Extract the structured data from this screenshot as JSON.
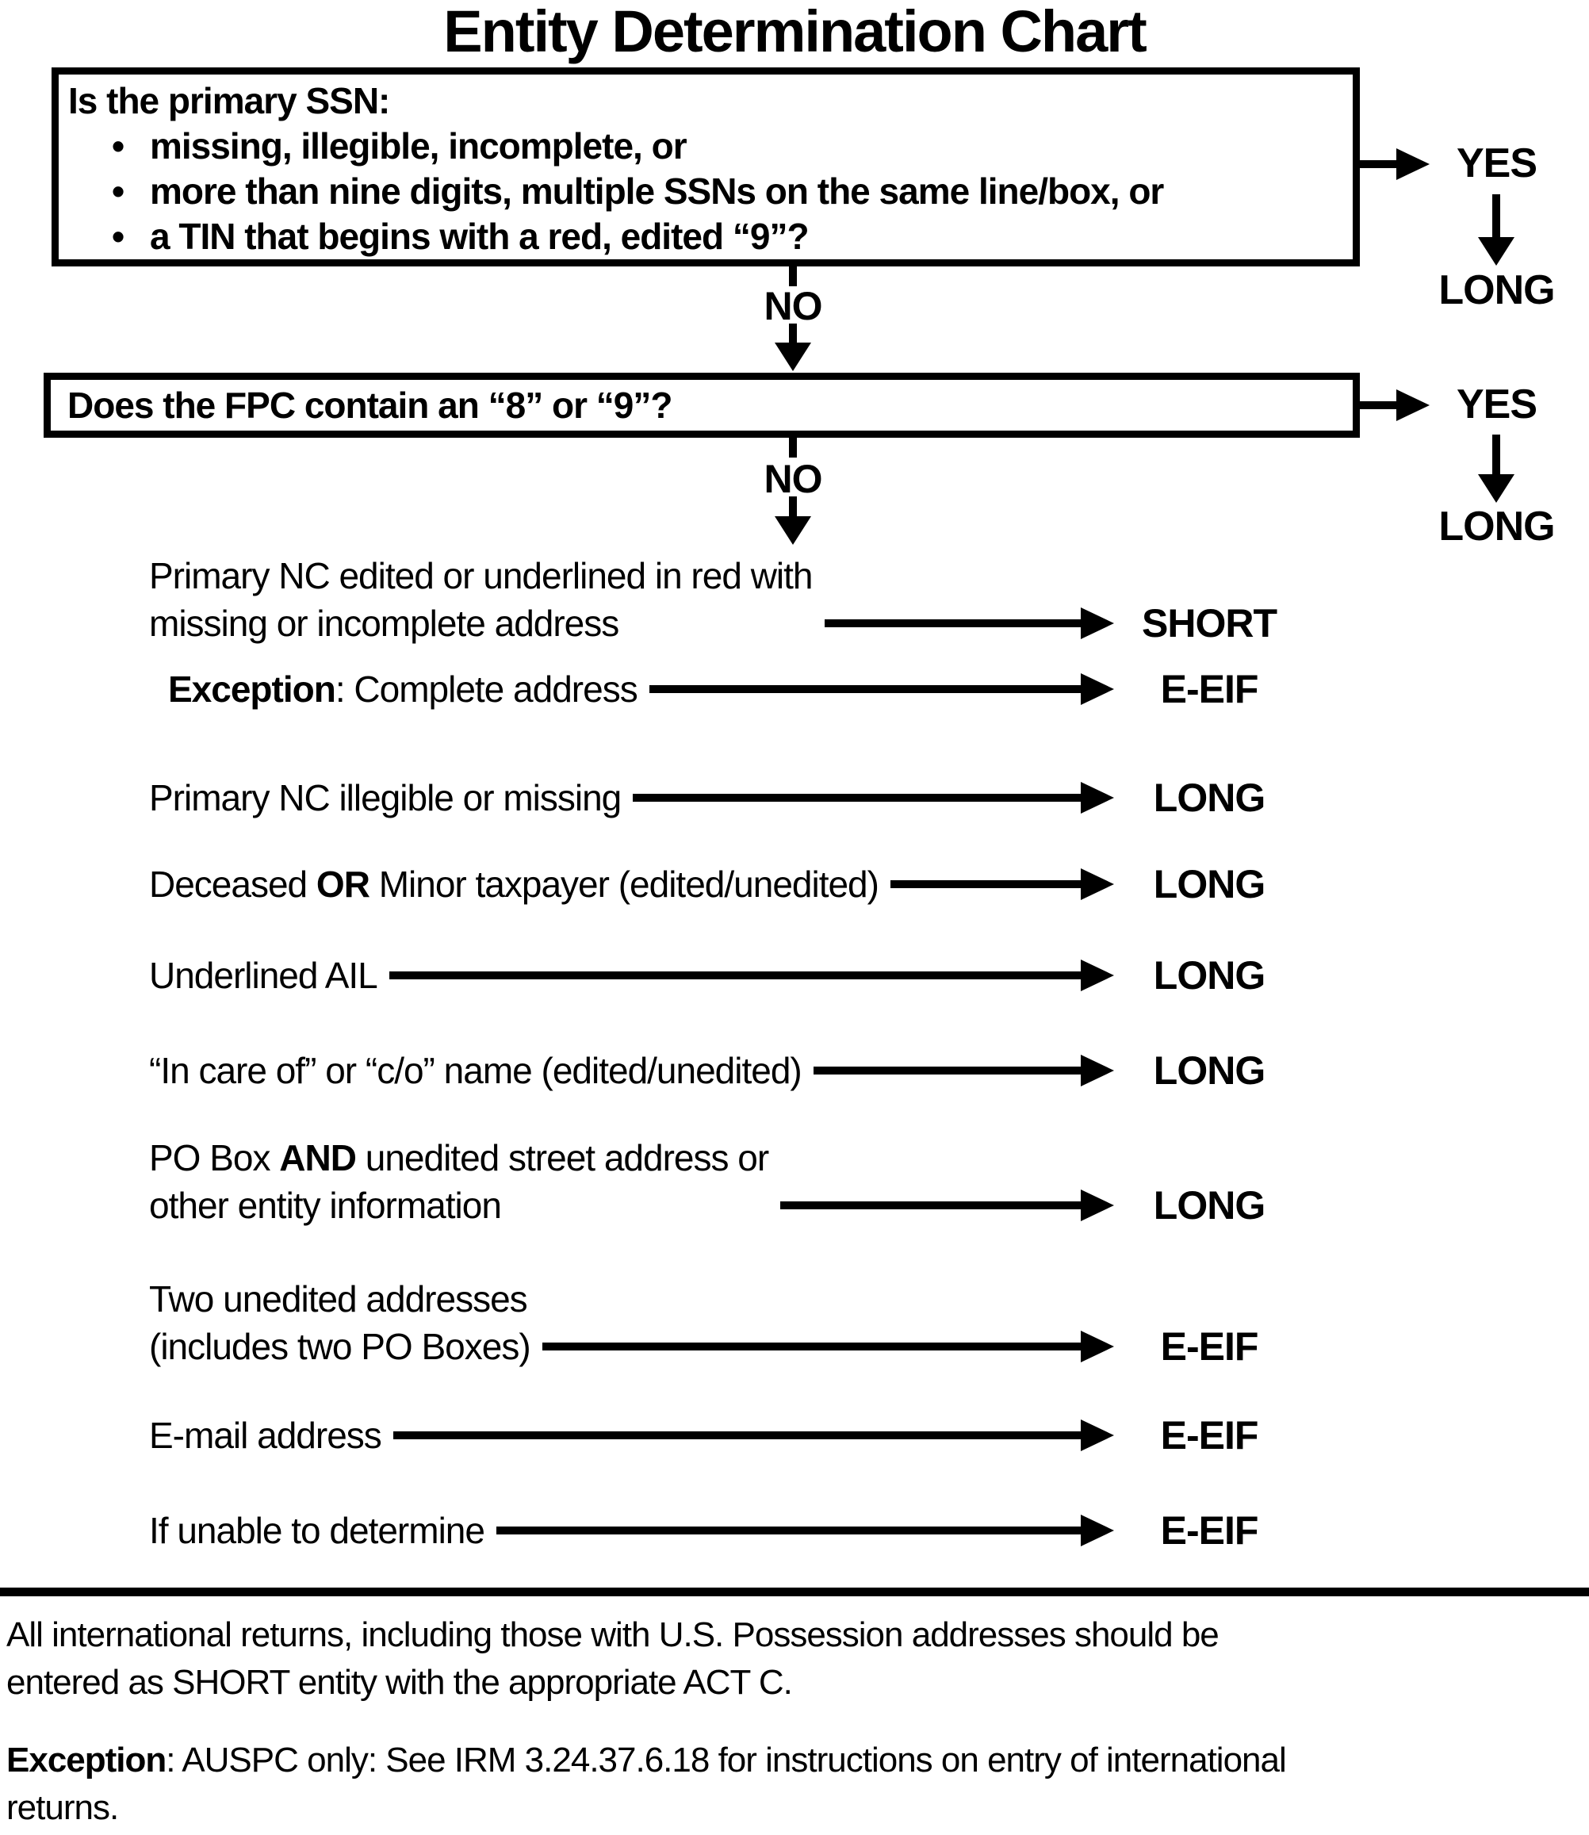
{
  "title": "Entity Determination Chart",
  "box1": {
    "question": "Is the primary SSN:",
    "bullets": [
      "missing, illegible, incomplete, or",
      "more than nine digits, multiple SSNs on the same line/box, or",
      "a TIN that begins with a red, edited “9”?"
    ],
    "yes_label": "YES",
    "yes_result": "LONG",
    "no_label": "NO"
  },
  "box2": {
    "question": "Does the FPC contain an “8” or “9”?",
    "yes_label": "YES",
    "yes_result": "LONG",
    "no_label": "NO"
  },
  "rows": [
    {
      "pre": "Primary NC edited or underlined in red with\nmissing or incomplete address",
      "result": "SHORT"
    },
    {
      "pre": "",
      "bold": "Exception",
      "post": ": Complete address",
      "result": "E-EIF"
    },
    {
      "pre": "Primary NC illegible or missing",
      "result": "LONG"
    },
    {
      "pre": "Deceased ",
      "bold": "OR",
      "post": " Minor taxpayer (edited/unedited)",
      "result": "LONG"
    },
    {
      "pre": "Underlined AIL",
      "result": "LONG"
    },
    {
      "pre": "“In care of” or “c/o” name (edited/unedited)",
      "result": "LONG"
    },
    {
      "pre": "PO Box ",
      "bold": "AND",
      "post": " unedited street address or\nother entity information",
      "result": "LONG"
    },
    {
      "pre": "Two unedited addresses\n(includes two PO Boxes)",
      "result": "E-EIF"
    },
    {
      "pre": "E-mail address",
      "result": "E-EIF"
    },
    {
      "pre": "If unable to determine",
      "result": "E-EIF"
    }
  ],
  "footer": {
    "para1": "All international returns, including those with U.S. Possession addresses should be\nentered as SHORT entity with the appropriate ACT C.",
    "para2_bold": "Exception",
    "para2_rest": ": AUSPC only: See IRM 3.24.37.6.18 for instructions on entry of international\nreturns."
  },
  "colors": {
    "ink": "#000000",
    "background": "#ffffff"
  }
}
